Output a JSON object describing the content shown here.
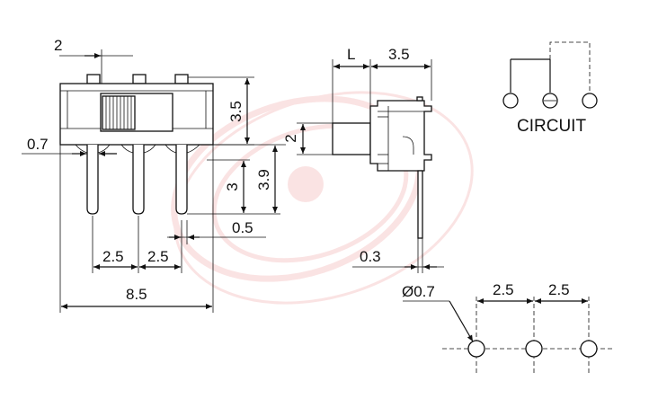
{
  "front_view": {
    "top_width": "2",
    "pin_width": "0.7",
    "height_body": "3.5",
    "pin_length": "3",
    "pin_total": "3.9",
    "pin_gap": "0.5",
    "pitch_left": "2.5",
    "pitch_right": "2.5",
    "overall_width": "8.5"
  },
  "side_view": {
    "actuator_length": "L",
    "body_depth": "3.5",
    "actuator_height": "2",
    "pin_thickness": "0.3"
  },
  "circuit": {
    "label": "CIRCUIT"
  },
  "footprint": {
    "hole_diameter": "Ø0.7",
    "pitch_a": "2.5",
    "pitch_b": "2.5"
  },
  "watermark": {
    "color": "#e03030"
  }
}
